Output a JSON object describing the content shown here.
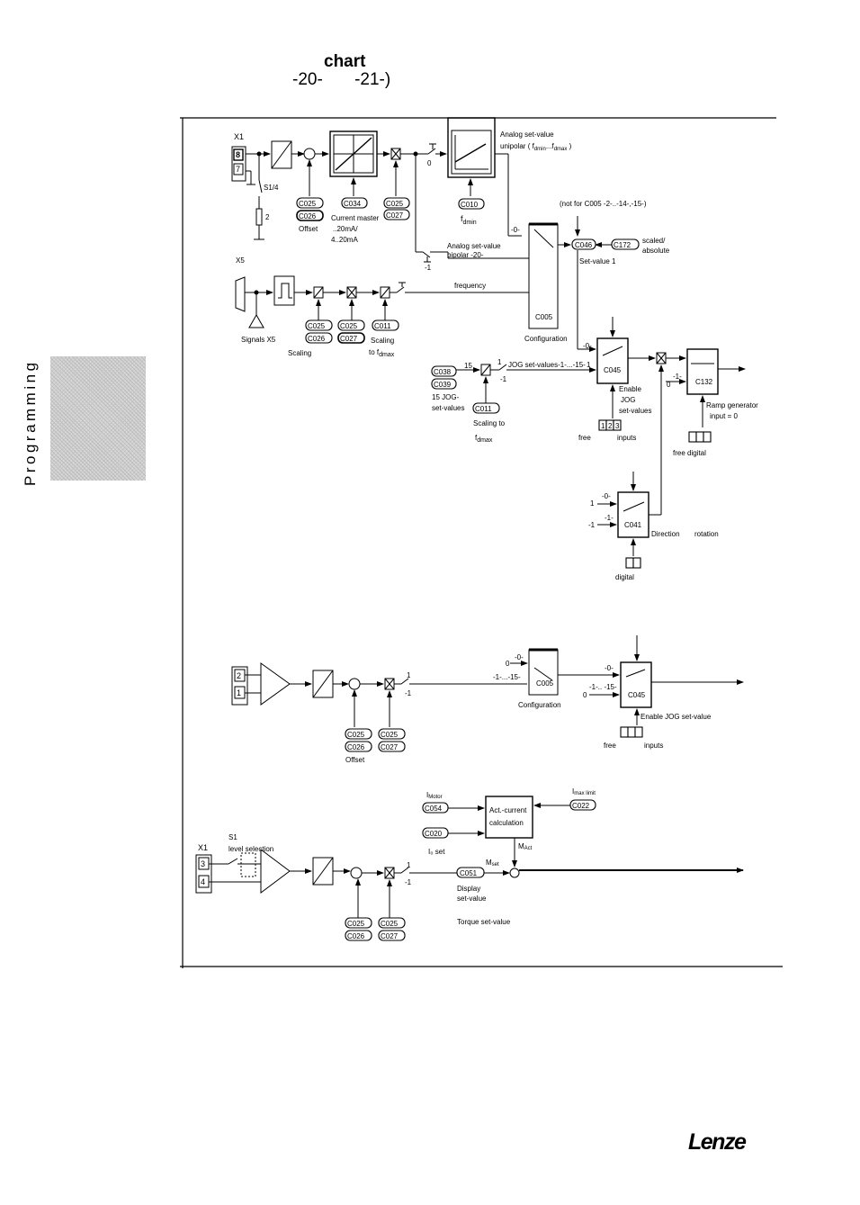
{
  "header": {
    "chart_word": "chart",
    "param_a": "-20-",
    "param_b": "-21-)"
  },
  "side_label": "Programming",
  "logo": "Lenze",
  "section1": {
    "x1": "X1",
    "t8": "8",
    "t7": "7",
    "s14": "S1/4",
    "t2": "2",
    "c025a": "C025",
    "c026a": "C026",
    "offset": "Offset",
    "c034": "C034",
    "current_master": "Current master",
    "ma20": "..20mA/",
    "ma420": "4..20mA",
    "c025b": "C025",
    "c027a": "C027",
    "sw0": "0",
    "c010": "C010",
    "fdmin": "f",
    "fdmin_sub": "dmin",
    "analog_unipolar_1": "Analog set-value",
    "analog_unipolar_2": "unipolar ( f",
    "analog_unipolar_sub1": "dmin",
    "analog_unipolar_mid": "...f",
    "analog_unipolar_sub2": "dmax",
    "analog_unipolar_end": " )",
    "not_for": "(not for C005  -2-..-14-,-15-)",
    "minus0": "-0-",
    "c046": "C046",
    "c172": "C172",
    "scaled": "scaled/",
    "absolute": "absolute",
    "analog_bipolar_1": "Analog  set-value",
    "analog_bipolar_2": "bipolar -20-",
    "set_value1": "Set-value 1",
    "swm1": "-1",
    "frequency": "frequency",
    "c005": "C005",
    "configuration": "Configuration",
    "x5": "X5",
    "signals_x5": "Signals X5",
    "c025c": "C025",
    "c026b": "C026",
    "scaling": "Scaling",
    "c025d": "C025",
    "c027b": "C027",
    "c011a": "C011",
    "scaling_to": "Scaling",
    "to_fdmax": "to f",
    "to_fdmax_sub": "dmax",
    "c038": "C038",
    "c039": "C039",
    "n15": "15",
    "jog15_1": "15 JOG-",
    "jog15_2": "set-values",
    "c011b": "C011",
    "scaling_to2": "Scaling to",
    "fdmax2": "f",
    "fdmax2_sub": "dmax",
    "jog_sv": "JOG set-values-1-...-15-",
    "sw_jog_1": "1",
    "sw_jog_m1": "-1",
    "c045": "C045",
    "enable": "Enable",
    "jog": "JOG",
    "set_values": "set-values",
    "free": "free",
    "inputs": "inputs",
    "b1": "1",
    "b2": "2",
    "b3": "3",
    "c132": "C132",
    "ramp_gen": "Ramp generator",
    "input0": "input = 0",
    "free_digital": "free digital",
    "r1": "-1-",
    "r0": "0",
    "sw_c045_0": "-0-",
    "sw_c045_1": "1",
    "c041": "C041",
    "direction": "Direction",
    "rotation": "rotation",
    "digital": "digital",
    "d1": "1",
    "d0": "-0-",
    "dm1": "-1",
    "d1b": "-1-"
  },
  "section2": {
    "t2": "2",
    "t1": "1",
    "c025a": "C025",
    "c026": "C026",
    "offset": "Offset",
    "c025b": "C025",
    "c027": "C027",
    "sw1": "1",
    "swm1": "-1",
    "c005": "C005",
    "configuration": "Configuration",
    "in0": "0",
    "m0": "-0-",
    "m115": "-1-...-15-",
    "c045": "C045",
    "in0b": "0",
    "m0b": "-0-",
    "m115b": "-1-.. -15-",
    "enable_jog": "Enable JOG set-value",
    "free": "free",
    "inputs": "inputs"
  },
  "section3": {
    "x1": "X1",
    "s1": "S1",
    "level_sel": "level selection",
    "t3": "3",
    "t4": "4",
    "c025a": "C025",
    "c026": "C026",
    "c025b": "C025",
    "c027": "C027",
    "sw1": "1",
    "swm1": "-1",
    "imotor": "I",
    "imotor_sub": "Motor",
    "c054": "C054",
    "c020": "C020",
    "is_set": "I₀ set",
    "act_current_1": "Act.-current",
    "act_current_2": "calculation",
    "imax_limit": "I",
    "imax_limit_sub": "max limit",
    "c022": "C022",
    "mact": "M",
    "mact_sub": "Act",
    "c051": "C051",
    "mset": "M",
    "mset_sub": "set",
    "display_1": "Display",
    "display_2": "set-value",
    "torque": "Torque set-value"
  }
}
